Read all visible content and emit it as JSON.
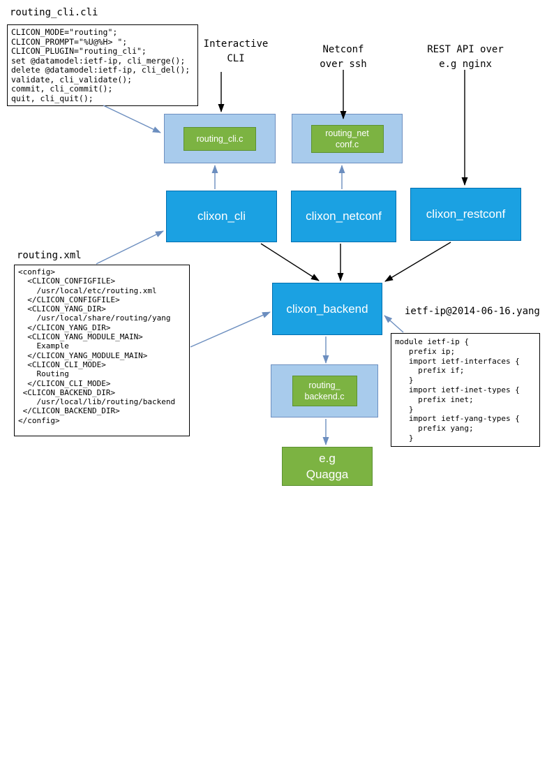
{
  "colors": {
    "component_fill": "#1BA1E2",
    "component_border": "#006EAF",
    "plugin_container_fill": "#A8CBEC",
    "plugin_green_fill": "#7CB342",
    "arrow_blue": "#6C8EBF",
    "arrow_black": "#000000"
  },
  "files": {
    "cli": {
      "title": "routing_cli.cli",
      "code": "CLICON_MODE=\"routing\";\nCLICON_PROMPT=\"%U@%H> \";\nCLICON_PLUGIN=\"routing_cli\";\nset @datamodel:ietf-ip, cli_merge();\ndelete @datamodel:ietf-ip, cli_del();\nvalidate, cli_validate();\ncommit, cli_commit();\nquit, cli_quit();"
    },
    "xml": {
      "title": "routing.xml",
      "code": "<config>\n  <CLICON_CONFIGFILE>\n    /usr/local/etc/routing.xml\n  </CLICON_CONFIGFILE>\n  <CLICON_YANG_DIR>\n    /usr/local/share/routing/yang\n  </CLICON_YANG_DIR>\n  <CLICON_YANG_MODULE_MAIN>\n    Example\n  </CLICON_YANG_MODULE_MAIN>\n  <CLICON_CLI_MODE>\n    Routing\n  </CLICON_CLI_MODE>\n <CLICON_BACKEND_DIR>\n    /usr/local/lib/routing/backend\n </CLICON_BACKEND_DIR>\n</config>"
    },
    "yang": {
      "title": "ietf-ip@2014-06-16.yang",
      "code": "module ietf-ip {\n   prefix ip;\n   import ietf-interfaces {\n     prefix if;\n   }\n   import ietf-inet-types {\n     prefix inet;\n   }\n   import ietf-yang-types {\n     prefix yang;\n   }"
    }
  },
  "external": {
    "interactive_cli": "Interactive\nCLI",
    "netconf_ssh": "Netconf\nover ssh",
    "rest_api": "REST API over\ne.g nginx"
  },
  "plugins": {
    "cli_plugin": "routing_cli.c",
    "netconf_plugin": "routing_net\nconf.c",
    "backend_plugin": "routing_\nbackend.c"
  },
  "components": {
    "cli": "clixon_cli",
    "netconf": "clixon_netconf",
    "restconf": "clixon_restconf",
    "backend": "clixon_backend",
    "router": "e.g\nQuagga"
  }
}
